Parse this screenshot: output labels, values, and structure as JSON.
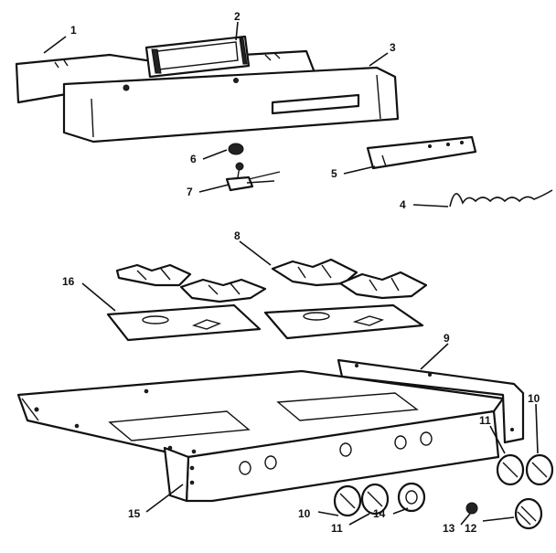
{
  "diagram": {
    "callouts": [
      {
        "id": "c1",
        "label": "1"
      },
      {
        "id": "c2",
        "label": "2"
      },
      {
        "id": "c3",
        "label": "3"
      },
      {
        "id": "c4",
        "label": "4"
      },
      {
        "id": "c5",
        "label": "5"
      },
      {
        "id": "c6",
        "label": "6"
      },
      {
        "id": "c7",
        "label": "7"
      },
      {
        "id": "c8",
        "label": "8"
      },
      {
        "id": "c9",
        "label": "9"
      },
      {
        "id": "c10a",
        "label": "10"
      },
      {
        "id": "c10b",
        "label": "10"
      },
      {
        "id": "c11a",
        "label": "11"
      },
      {
        "id": "c11b",
        "label": "11"
      },
      {
        "id": "c12",
        "label": "12"
      },
      {
        "id": "c13",
        "label": "13"
      },
      {
        "id": "c14",
        "label": "14"
      },
      {
        "id": "c15",
        "label": "15"
      },
      {
        "id": "c16",
        "label": "16"
      }
    ],
    "colors": {
      "ink": "#111111",
      "paper": "#ffffff"
    }
  }
}
